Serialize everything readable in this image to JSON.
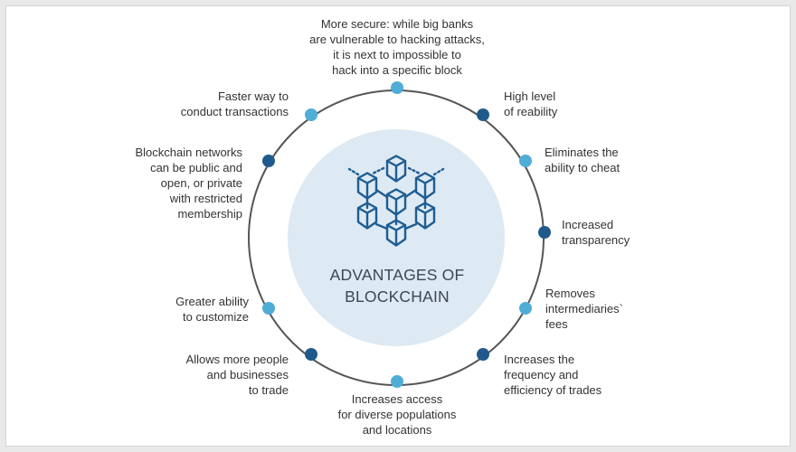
{
  "title_lines": [
    "ADVANTAGES OF",
    "BLOCKCHAIN"
  ],
  "icon": "blockchain-cubes-icon",
  "colors": {
    "ring": "#555555",
    "center_circle": "#dde9f3",
    "dot_light": "#4fadd6",
    "dot_dark": "#205a8c",
    "icon": "#1e5d92",
    "text": "#333333"
  },
  "advantages": [
    {
      "lines": [
        "More secure: while big banks",
        "are vulnerable to hacking attacks,",
        "it is next to impossible to",
        "hack into a specific block"
      ],
      "dot": "light"
    },
    {
      "lines": [
        "High level",
        "of reability"
      ],
      "dot": "dark"
    },
    {
      "lines": [
        "Eliminates the",
        "ability to cheat"
      ],
      "dot": "light"
    },
    {
      "lines": [
        "Increased",
        "transparency"
      ],
      "dot": "dark"
    },
    {
      "lines": [
        "Removes",
        "intermediaries`",
        "fees"
      ],
      "dot": "light"
    },
    {
      "lines": [
        "Increases the",
        "frequency and",
        "efficiency of trades"
      ],
      "dot": "dark"
    },
    {
      "lines": [
        "Increases access",
        "for diverse populations",
        "and locations"
      ],
      "dot": "light"
    },
    {
      "lines": [
        "Allows more people",
        "and businesses",
        "to trade"
      ],
      "dot": "dark"
    },
    {
      "lines": [
        "Greater ability",
        "to customize"
      ],
      "dot": "light"
    },
    {
      "lines": [
        "Blockchain networks",
        "can be public and",
        "open, or private",
        "with restricted",
        "membership"
      ],
      "dot": "dark"
    },
    {
      "lines": [
        "Faster way to",
        "conduct transactions"
      ],
      "dot": "light"
    }
  ]
}
